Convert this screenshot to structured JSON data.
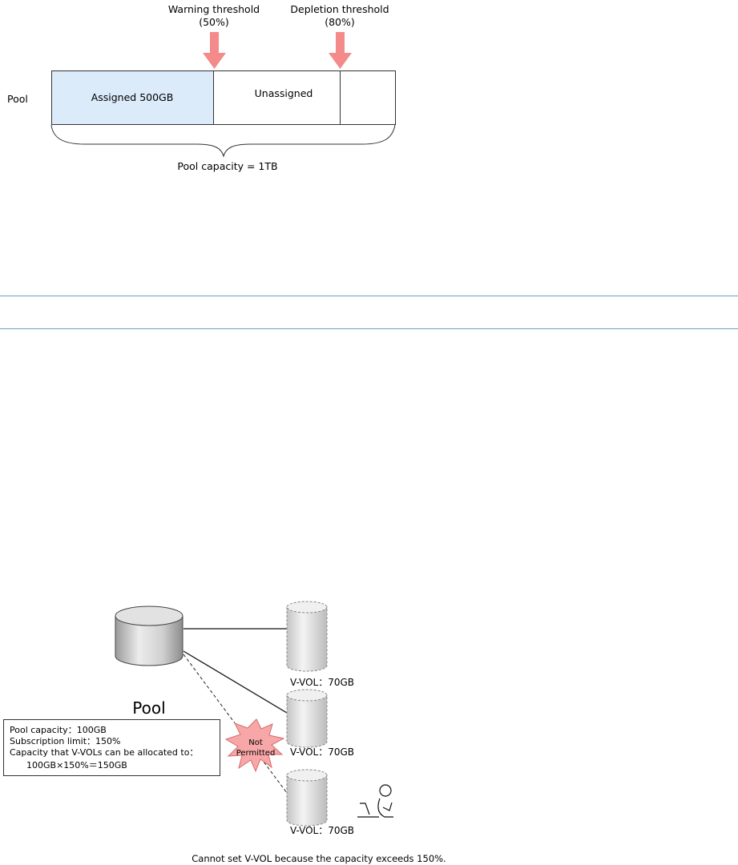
{
  "threshold_figure": {
    "warning_line1": "Warning threshold",
    "warning_line2": "(50%)",
    "depletion_line1": "Depletion threshold",
    "depletion_line2": "(80%)",
    "row_label": "Pool",
    "assigned_label": "Assigned 500GB",
    "unassigned_label": "Unassigned",
    "capacity_label": "Pool capacity = 1TB",
    "colors": {
      "assigned_fill": "#dcebfa",
      "arrow": "#f48a8a"
    }
  },
  "subscription_figure": {
    "pool_label": "Pool",
    "info_box": {
      "line1": "Pool capacity：100GB",
      "line2": "Subscription limit：150%",
      "line3": "Capacity that V-VOLs can be allocated to：",
      "line4": "100GB×150%＝150GB"
    },
    "vvols": [
      {
        "label": "V-VOL：70GB"
      },
      {
        "label": "V-VOL：70GB"
      },
      {
        "label": "V-VOL：70GB"
      }
    ],
    "not_permitted_line1": "Not",
    "not_permitted_line2": "Permitted",
    "caption": "Cannot set V-VOL because the capacity exceeds 150%."
  }
}
